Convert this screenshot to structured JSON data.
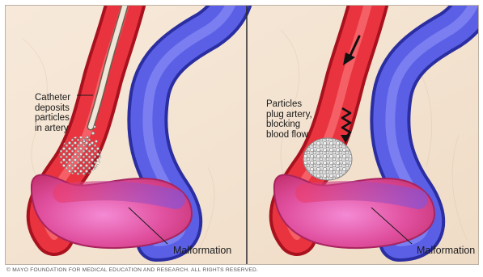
{
  "panels": [
    {
      "annotation": "Catheter\ndeposits\nparticles\nin artery",
      "structure_label": "Malformation"
    },
    {
      "annotation": "Particles\nplug artery,\nblocking\nblood flow",
      "structure_label": "Malformation"
    }
  ],
  "copyright": "© MAYO FOUNDATION FOR MEDICAL EDUCATION AND RESEARCH. ALL RIGHTS RESERVED.",
  "colors": {
    "background": "#f4e4d3",
    "artery": "#e8313e",
    "vein": "#4a4fd6",
    "malformation": "#e86dc0",
    "catheter": "#efe6d8",
    "particles": "#c9c9c9",
    "divider": "#2a2a2a"
  }
}
